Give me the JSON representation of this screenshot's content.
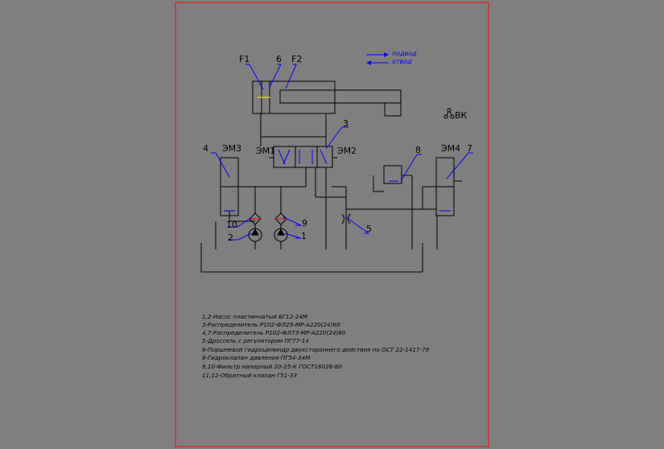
{
  "colors": {
    "background": "#7f7f7f",
    "frame": "#ff0000",
    "line": "#000000",
    "accent": "#0000ff"
  },
  "labels": {
    "F1": "F1",
    "n6": "6",
    "F2": "F2",
    "n3": "3",
    "EM1": "ЭМ1",
    "EM2": "ЭМ2",
    "n4": "4",
    "EM3": "ЭМ3",
    "n8": "8",
    "EM4": "ЭМ4",
    "n7": "7",
    "n10": "10",
    "n9": "9",
    "n2": "2",
    "n1": "1",
    "n5": "5",
    "VK": "ВК"
  },
  "arrow_legend": {
    "supply": "подвод",
    "drain": "отвод"
  },
  "legend": [
    "1,2-Насос пластинчатый БГ12-24М",
    "3-Распределитель Р102-ФЛ25-МР-А220(24)60",
    "4,7-Распределитель Р102-ФЛ73-МР-А220(24)60",
    "5-Дроссель с регулятором ПГ77-14",
    "6-Поршневой гидроцилиндр двухстороннего действия по ОСТ 22-1417-79",
    "8-Гидроклапан давления ПГ54-34М",
    "9,10-Фильтр напорный 20-25-К ГОСТ16026-80",
    "11,12-Обратный клапан Г51-33"
  ]
}
